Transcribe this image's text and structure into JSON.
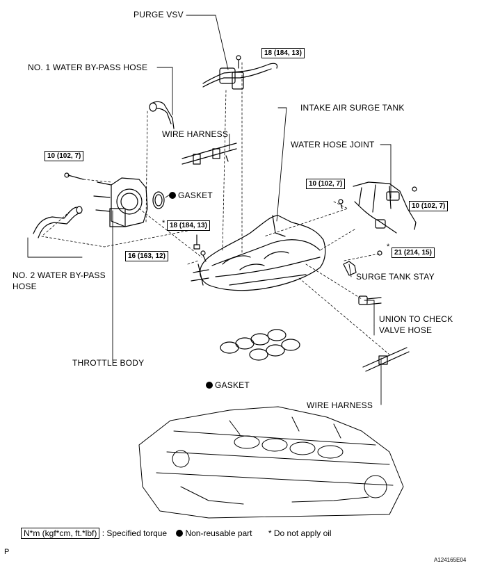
{
  "labels": {
    "purge_vsv": "PURGE VSV",
    "water_bypass_hose_1": "NO. 1 WATER BY-PASS HOSE",
    "intake_air_surge_tank": "INTAKE AIR SURGE TANK",
    "wire_harness_top": "WIRE HARNESS",
    "water_hose_joint": "WATER HOSE JOINT",
    "gasket_top": "GASKET",
    "water_bypass_hose_2_line1": "NO. 2 WATER BY-PASS",
    "water_bypass_hose_2_line2": "HOSE",
    "surge_tank_stay": "SURGE TANK STAY",
    "union_check_valve_line1": "UNION TO CHECK",
    "union_check_valve_line2": "VALVE HOSE",
    "throttle_body": "THROTTLE BODY",
    "gasket_bottom": "GASKET",
    "wire_harness_bottom": "WIRE HARNESS"
  },
  "torques": {
    "purge_bolt": "18 (184, 13)",
    "throttle_bolt": "10 (102, 7)",
    "star_bolt_center": "18 (184, 13)",
    "manifold_bolt": "16 (163, 12)",
    "hose_joint_left": "10 (102, 7)",
    "hose_joint_right": "10 (102, 7)",
    "stay_bolt": "21 (214, 15)"
  },
  "star_mark": "*",
  "legend": {
    "torque_unit": "N*m (kgf*cm, ft.*lbf)",
    "torque_text": ": Specified torque",
    "non_reusable": "Non-reusable part",
    "no_oil": "* Do not apply oil"
  },
  "page_letter": "P",
  "figure_code": "A124165E04"
}
